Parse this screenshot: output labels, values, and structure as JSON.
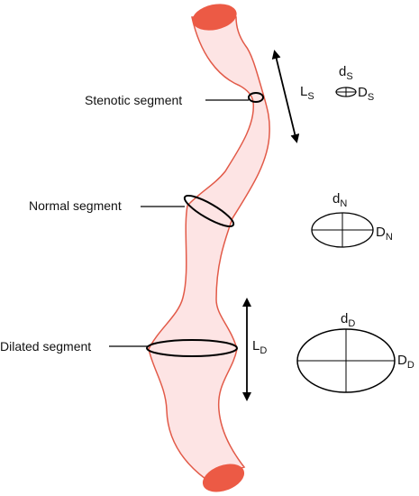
{
  "colors": {
    "vessel_fill": "#fde4e4",
    "vessel_outline": "#e25a48",
    "vessel_end": "#ec5a45",
    "line": "#000000"
  },
  "labels": {
    "stenotic": "Stenotic segment",
    "normal": "Normal segment",
    "dilated": "Dilated segment"
  },
  "lengths": {
    "stenotic": {
      "main": "L",
      "sub": "S"
    },
    "dilated": {
      "main": "L",
      "sub": "D"
    }
  },
  "cross_sections": {
    "stenotic": {
      "small_main": "d",
      "small_sub": "S",
      "large_main": "D",
      "large_sub": "S"
    },
    "normal": {
      "small_main": "d",
      "small_sub": "N",
      "large_main": "D",
      "large_sub": "N"
    },
    "dilated": {
      "small_main": "d",
      "small_sub": "D",
      "large_main": "D",
      "large_sub": "D"
    }
  }
}
